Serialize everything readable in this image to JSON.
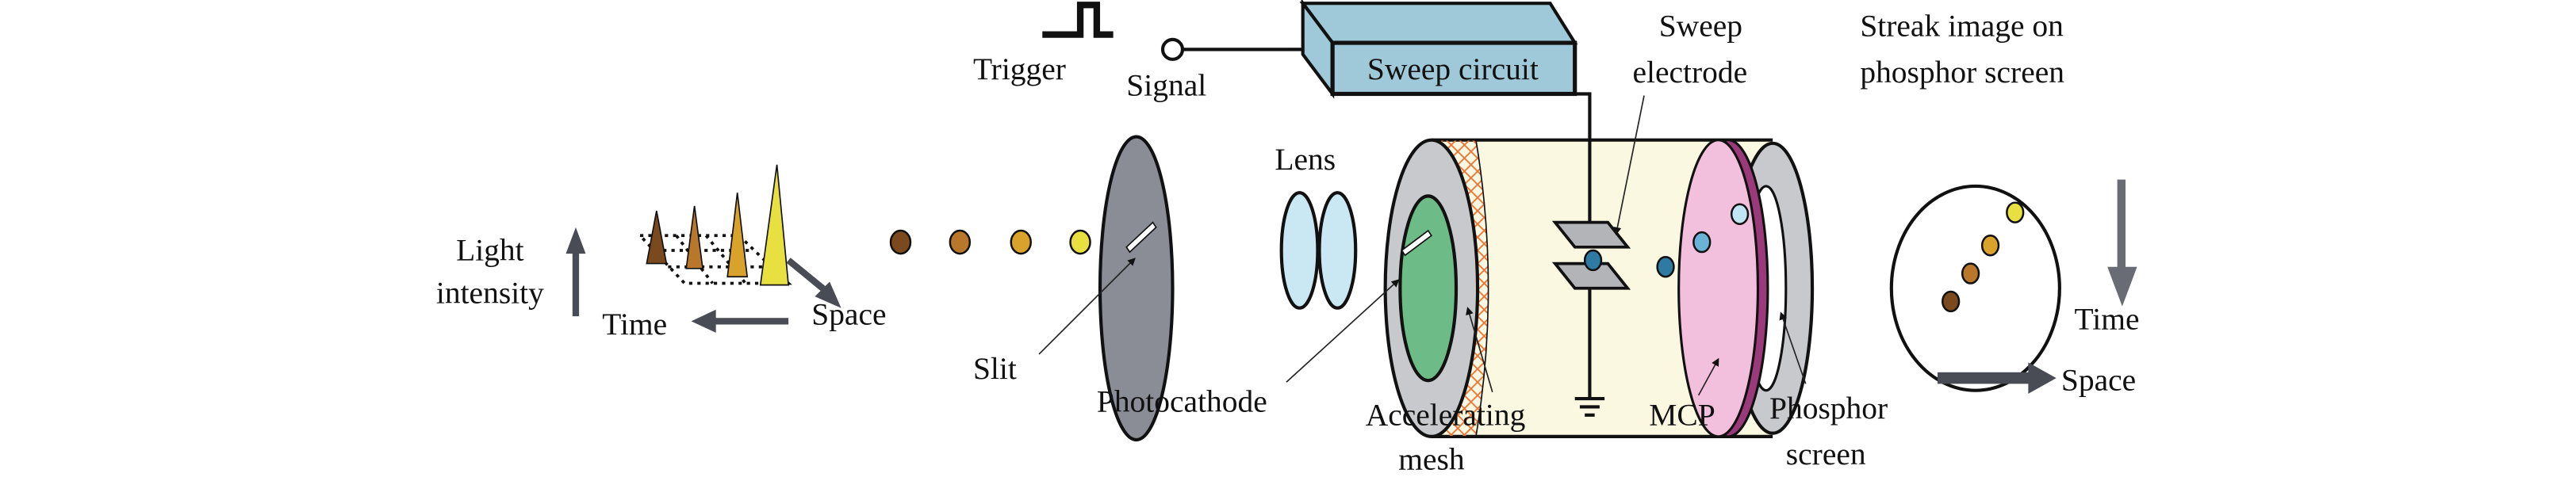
{
  "labels": {
    "light": "Light",
    "intensity": "intensity",
    "time_left": "Time",
    "space_left": "Space",
    "trigger": "Trigger",
    "signal": "Signal",
    "sweep_circuit": "Sweep circuit",
    "slit": "Slit",
    "lens": "Lens",
    "photocathode": "Photocathode",
    "accelerating": "Accelerating",
    "mesh": "mesh",
    "sweep": "Sweep",
    "electrode": "electrode",
    "mcp": "MCP",
    "phosphor": "Phosphor",
    "screen": "screen",
    "streak_line1": "Streak image on",
    "streak_line2": "phosphor screen",
    "time_right": "Time",
    "space_right": "Space"
  },
  "colors": {
    "pulse_1": "#7a4a1e",
    "pulse_2": "#b8772a",
    "pulse_3": "#d9a22a",
    "pulse_4": "#e8e040",
    "slit_disc": "#8a8c96",
    "lens": "#c9e8f3",
    "sweep_box": "#9fc9d8",
    "photocathode": "#6dbb86",
    "tube_body": "#faf8e0",
    "mesh": "#e8773a",
    "mcp": "#f2bfdc",
    "phosphor_rim": "#9b3a7a",
    "ring": "#c8c9cc",
    "electron": "#2f7aa3",
    "arrow": "#4a4c55"
  }
}
